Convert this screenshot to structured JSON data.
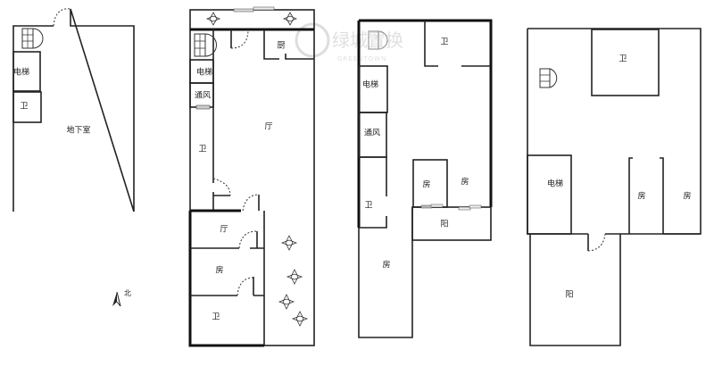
{
  "watermark": {
    "cn": "绿城置换",
    "en": "GREENTOWN"
  },
  "compass": {
    "label": "北"
  },
  "plans": [
    {
      "name": "basement",
      "rooms": {
        "elevator": "电梯",
        "bath": "卫",
        "basement": "地下室"
      }
    },
    {
      "name": "floor-1",
      "rooms": {
        "kitchen": "厨",
        "elevator": "电梯",
        "vent": "通风",
        "bath": "卫",
        "living": "厅",
        "hall": "厅",
        "room": "房",
        "bath2": "卫"
      }
    },
    {
      "name": "floor-2",
      "rooms": {
        "bath": "卫",
        "elevator": "电梯",
        "vent": "通风",
        "bath2": "卫",
        "room_small": "房",
        "room_big": "房",
        "balcony": "阳",
        "room_low": "房"
      }
    },
    {
      "name": "floor-3",
      "rooms": {
        "bath": "卫",
        "elevator": "电梯",
        "room1": "房",
        "room2": "房",
        "balcony": "阳"
      }
    }
  ]
}
